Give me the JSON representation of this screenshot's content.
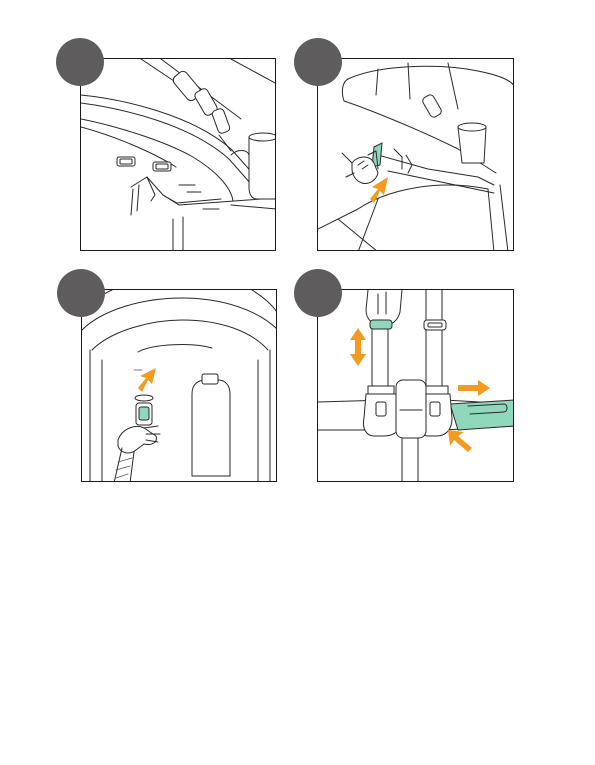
{
  "colors": {
    "badge": "#5e5c5c",
    "accent_arrow": "#f39a1f",
    "accent_highlight": "#8fd8bb"
  },
  "steps": [
    {
      "panel": "step-1",
      "icons": [
        "step-badge",
        "canopy-frame-illustration",
        "clip-slot-icons"
      ]
    },
    {
      "panel": "step-2",
      "icons": [
        "step-badge",
        "hand-icon",
        "arrow-up-right-icon",
        "clip-highlight"
      ]
    },
    {
      "panel": "step-3",
      "icons": [
        "step-badge",
        "seat-illustration",
        "hand-icon",
        "arrow-up-right-icon",
        "buckle-slider-highlight"
      ]
    },
    {
      "panel": "step-4",
      "icons": [
        "step-badge",
        "harness-illustration",
        "arrow-up-down-icon",
        "arrow-right-icon",
        "arrow-up-left-icon",
        "strap-highlight"
      ]
    }
  ]
}
